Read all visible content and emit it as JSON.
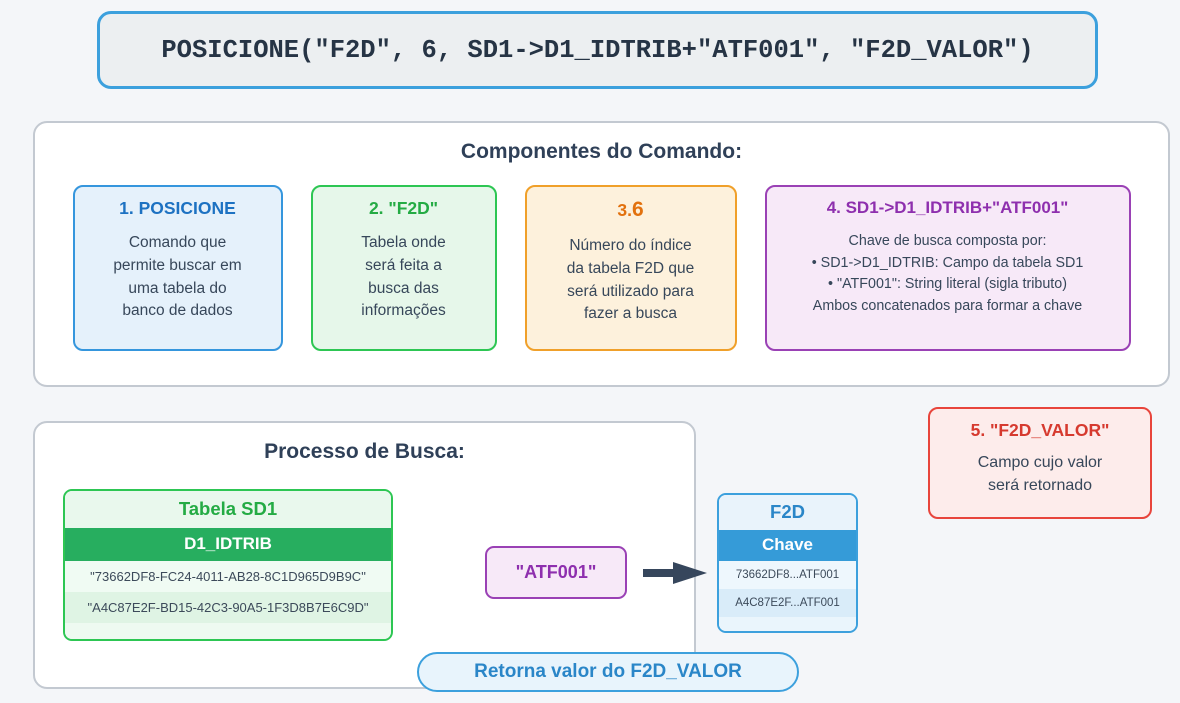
{
  "command": {
    "text": "POSICIONE(\"F2D\", 6, SD1->D1_IDTRIB+\"ATF001\", \"F2D_VALOR\")"
  },
  "components": {
    "title": "Componentes do Comando:",
    "cards": [
      {
        "title": "1. POSICIONE",
        "lines": [
          "Comando que",
          "permite buscar em",
          "uma tabela do",
          "banco de dados"
        ],
        "accent": "#3596dd"
      },
      {
        "title": "2. \"F2D\"",
        "lines": [
          "Tabela onde",
          "será feita a",
          "busca das",
          "informações"
        ],
        "accent": "#2dc653"
      },
      {
        "title_prefix": "3.",
        "title_num": "6",
        "lines": [
          "Número do índice",
          "da tabela F2D que",
          "será utilizado para",
          "fazer a busca"
        ],
        "accent": "#f0a02a"
      },
      {
        "title": "4. SD1->D1_IDTRIB+\"ATF001\"",
        "lines": [
          "Chave de busca composta por:",
          "• SD1->D1_IDTRIB: Campo da tabela SD1",
          "• \"ATF001\": String literal (sigla tributo)",
          "Ambos concatenados para formar a chave"
        ],
        "accent": "#9a41b5"
      }
    ]
  },
  "processo": {
    "title": "Processo de Busca:",
    "sd1_table": {
      "caption": "Tabela SD1",
      "header": "D1_IDTRIB",
      "rows": [
        "\"73662DF8-FC24-4011-AB28-8C1D965D9B9C\"",
        "\"A4C87E2F-BD15-42C3-90A5-1F3D8B7E6C9D\""
      ]
    },
    "key_chip": "\"ATF001\"",
    "arrow_icon": "arrow-right-icon",
    "f2d_table": {
      "caption": "F2D",
      "header": "Chave",
      "rows": [
        "73662DF8...ATF001",
        "A4C87E2F...ATF001"
      ]
    },
    "return_badge": "Retorna valor do F2D_VALOR"
  },
  "valor_card": {
    "title": "5. \"F2D_VALOR\"",
    "lines": [
      "Campo cujo valor",
      "será retornado"
    ],
    "accent": "#e8453c"
  }
}
